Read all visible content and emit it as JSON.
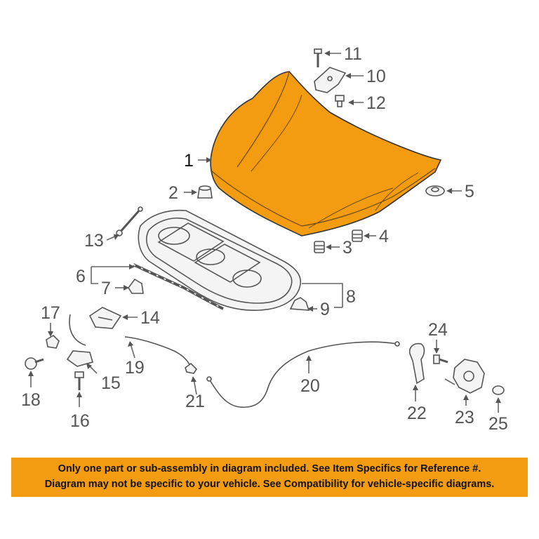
{
  "colors": {
    "hood": "#f39c12",
    "banner": "#f39c12",
    "line": "#555555"
  },
  "callouts": [
    "1",
    "2",
    "3",
    "4",
    "5",
    "6",
    "7",
    "8",
    "9",
    "10",
    "11",
    "12",
    "13",
    "14",
    "15",
    "16",
    "17",
    "18",
    "19",
    "20",
    "21",
    "22",
    "23",
    "24",
    "25"
  ],
  "notice": {
    "line1": "Only one part or sub-assembly in diagram included. See Item Specifics for Reference #.",
    "line2": "Diagram may not be specific to your vehicle. See Compatibility for vehicle-specific diagrams."
  }
}
